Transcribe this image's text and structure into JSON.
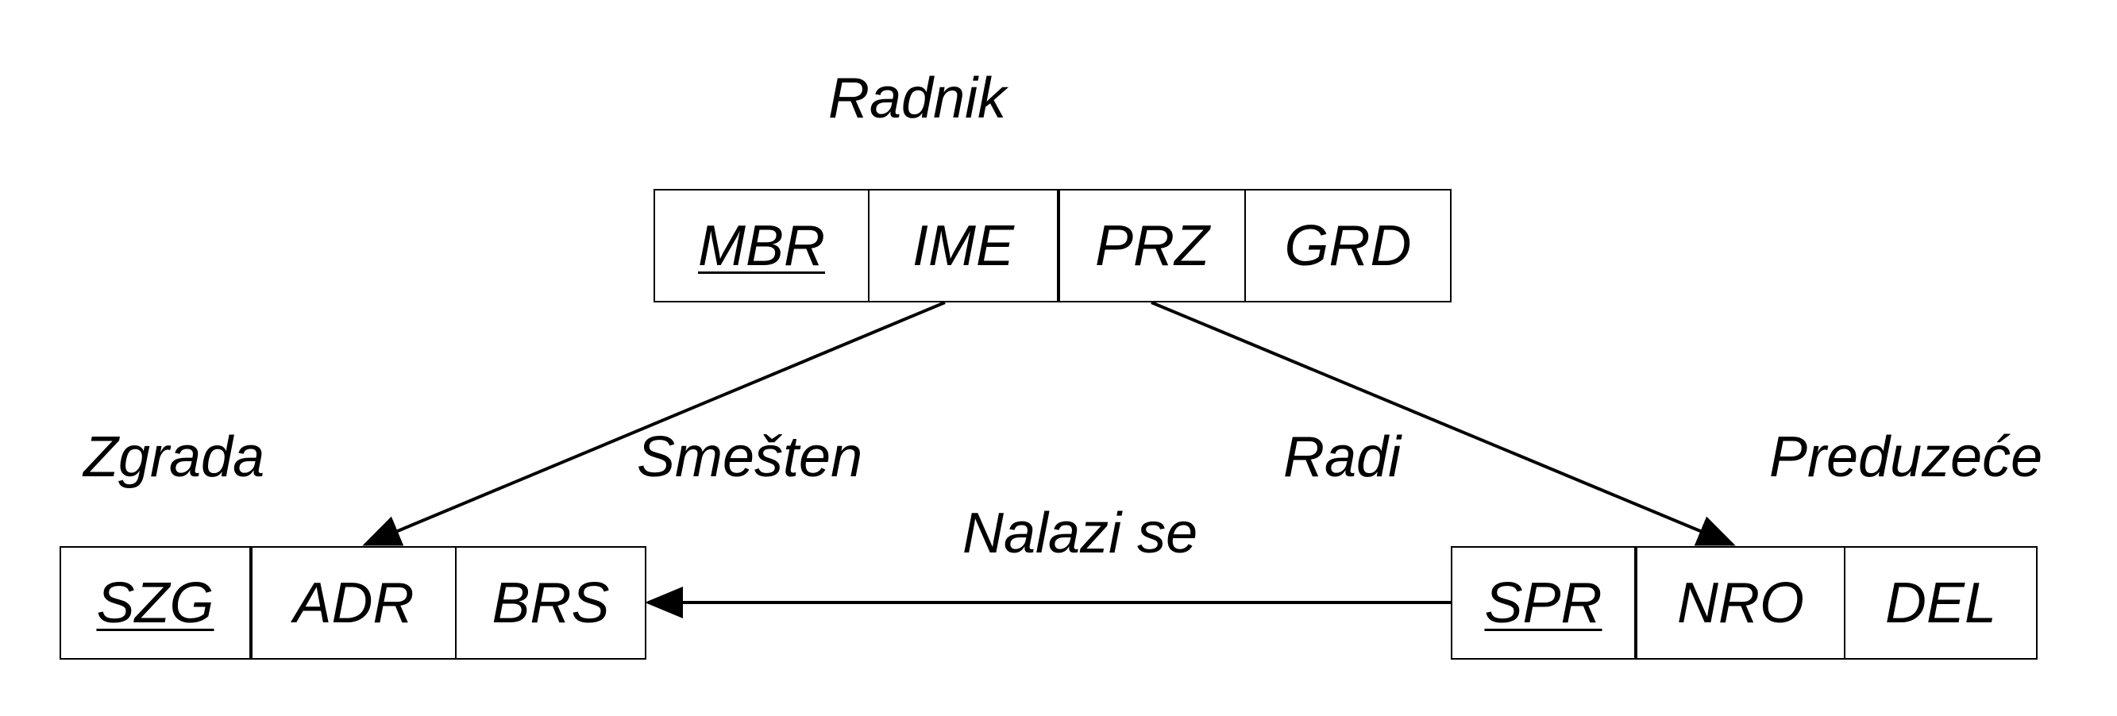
{
  "entities": {
    "radnik": {
      "name": "Radnik",
      "attributes": [
        {
          "label": "MBR",
          "key": true
        },
        {
          "label": "IME",
          "key": false
        },
        {
          "label": "PRZ",
          "key": false
        },
        {
          "label": "GRD",
          "key": false
        }
      ]
    },
    "zgrada": {
      "name": "Zgrada",
      "attributes": [
        {
          "label": "SZG",
          "key": true
        },
        {
          "label": "ADR",
          "key": false
        },
        {
          "label": "BRS",
          "key": false
        }
      ]
    },
    "preduzece": {
      "name": "Preduzeće",
      "attributes": [
        {
          "label": "SPR",
          "key": true
        },
        {
          "label": "NRO",
          "key": false
        },
        {
          "label": "DEL",
          "key": false
        }
      ]
    }
  },
  "relationships": {
    "smesten": "Smešten",
    "radi": "Radi",
    "nalazi_se": "Nalazi se"
  },
  "colors": {
    "line": "#000000",
    "background": "#ffffff"
  }
}
